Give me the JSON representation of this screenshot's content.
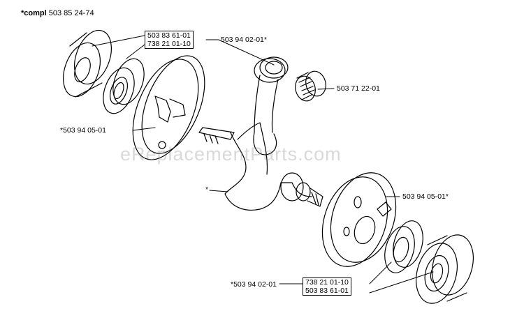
{
  "header": {
    "prefix": "*compl",
    "number": "503 85 24-74"
  },
  "labels": {
    "top_box": [
      "503 83 61-01",
      "738 21 01-10"
    ],
    "top_box_ref": "503 94 02-01*",
    "needle_bearing": "503 71 22-01",
    "left_half": "*503 94 05-01",
    "crankshaft": "*",
    "right_half": "503 94 05-01*",
    "bottom_ref": "*503 94 02-01",
    "bottom_box": [
      "738 21 01-10",
      "503 83 61-01"
    ]
  },
  "watermark": "eReplacementParts.com"
}
